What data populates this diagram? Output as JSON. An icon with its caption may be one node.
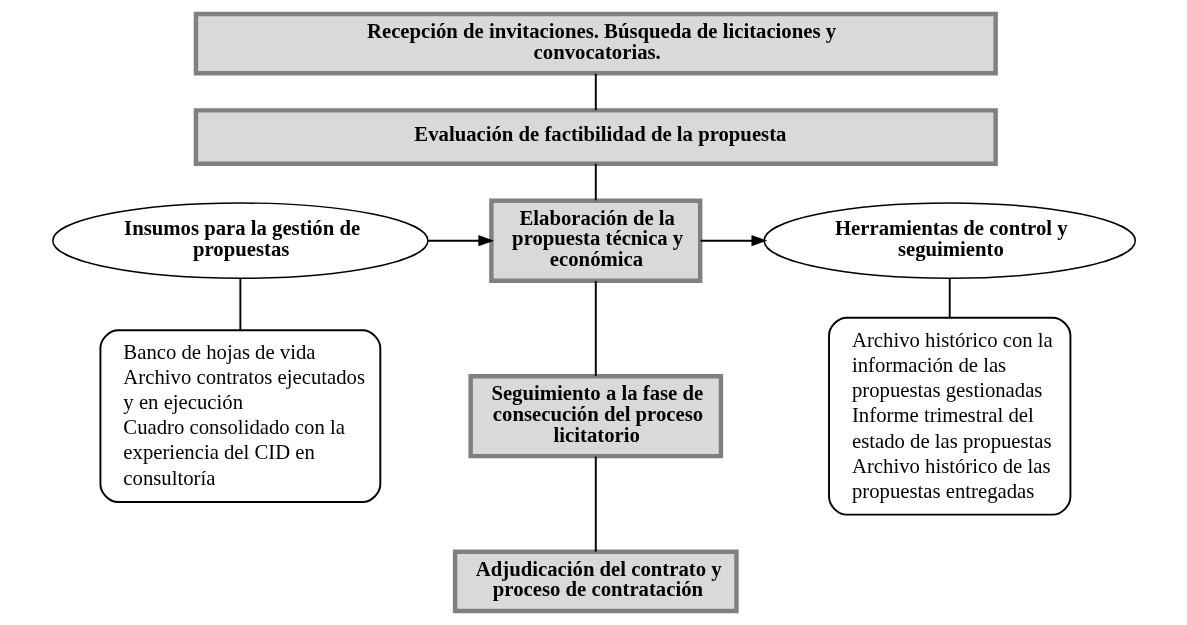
{
  "diagram": {
    "nodes": [
      {
        "text": [
          "Recepción de invitaciones. Búsqueda de licitaciones y convocatorias."
        ]
      },
      {
        "text": [
          "Evaluación de factibilidad de la propuesta"
        ]
      },
      {
        "text": [
          "Elaboración de la propuesta técnica y económica"
        ]
      },
      {
        "text": [
          "Insumos para la gestión de propuestas"
        ]
      },
      {
        "text": [
          "Herramientas de control y seguimiento"
        ]
      },
      {
        "text": [
          "Banco de hojas de vida",
          "Archivo contratos ejecutados y en ejecución",
          "Cuadro consolidado con la experiencia del CID en consultoría"
        ]
      },
      {
        "text": [
          "Seguimiento a la fase de consecución del proceso licitatorio"
        ]
      },
      {
        "text": [
          "Adjudicación del contrato y proceso de contratación"
        ]
      },
      {
        "text": [
          "Archivo histórico con la información de las propuestas gestionadas",
          "Informe trimestral del estado de las propuestas",
          "Archivo histórico de las propuestas entregadas"
        ]
      }
    ],
    "edges": [
      {
        "from": 0,
        "to": 1,
        "arrow": "none"
      },
      {
        "from": 1,
        "to": 2,
        "arrow": "none"
      },
      {
        "from": 3,
        "to": 2,
        "arrow": "to"
      },
      {
        "from": 2,
        "to": 4,
        "arrow": "to"
      },
      {
        "from": 3,
        "to": 5,
        "arrow": "none"
      },
      {
        "from": 2,
        "to": 6,
        "arrow": "none"
      },
      {
        "from": 6,
        "to": 7,
        "arrow": "none"
      },
      {
        "from": 4,
        "to": 8,
        "arrow": "none"
      }
    ]
  }
}
